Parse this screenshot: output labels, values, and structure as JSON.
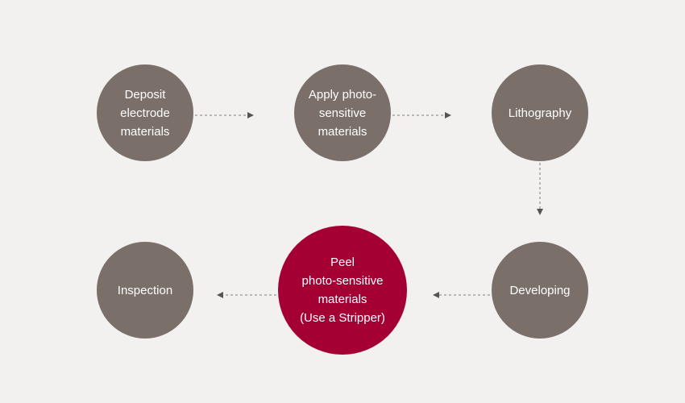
{
  "colors": {
    "background": "#f2f1f0",
    "step": "#7a6f69",
    "highlight": "#a50034",
    "text": "#ffffff",
    "connector": "#6e6e6e"
  },
  "steps": [
    {
      "label": "Deposit\nelectrode\nmaterials"
    },
    {
      "label": "Apply photo-\nsensitive\nmaterials"
    },
    {
      "label": "Lithography"
    },
    {
      "label": "Developing"
    },
    {
      "label": "Peel\nphoto-sensitive\nmaterials\n(Use a Stripper)"
    },
    {
      "label": "Inspection"
    }
  ]
}
